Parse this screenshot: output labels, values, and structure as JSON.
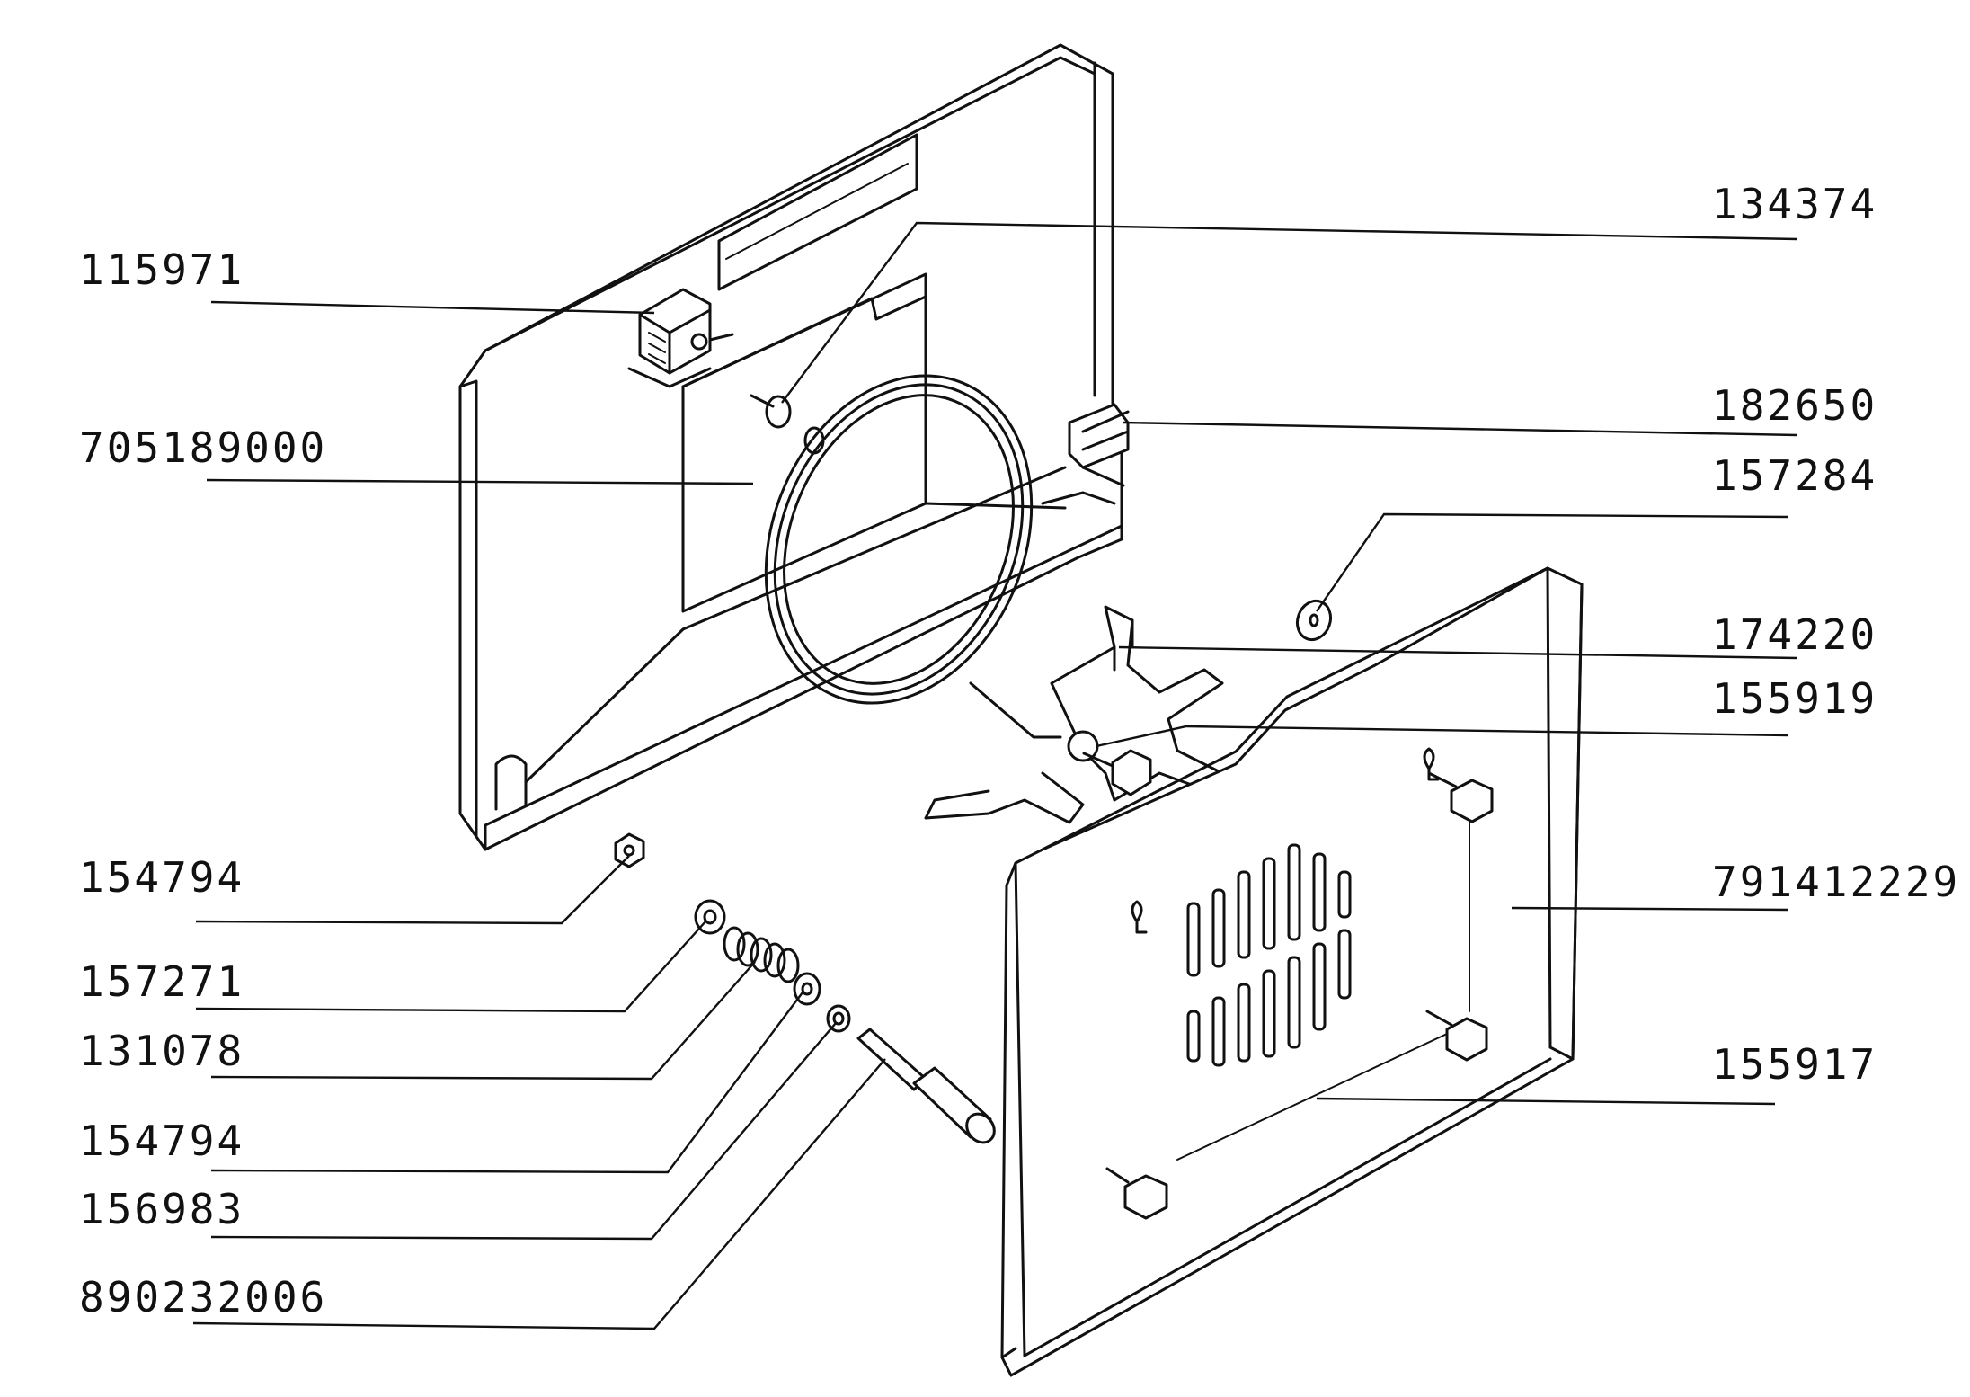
{
  "labels": {
    "l115971": "115971",
    "l705189000": "705189000",
    "l134374": "134374",
    "l182650": "182650",
    "l157284": "157284",
    "l174220": "174220",
    "l155919": "155919",
    "l154794a": "154794",
    "l157271": "157271",
    "l131078": "131078",
    "l154794b": "154794",
    "l156983": "156983",
    "l890232006": "890232006",
    "l791412229": "791412229",
    "l155917": "155917"
  }
}
